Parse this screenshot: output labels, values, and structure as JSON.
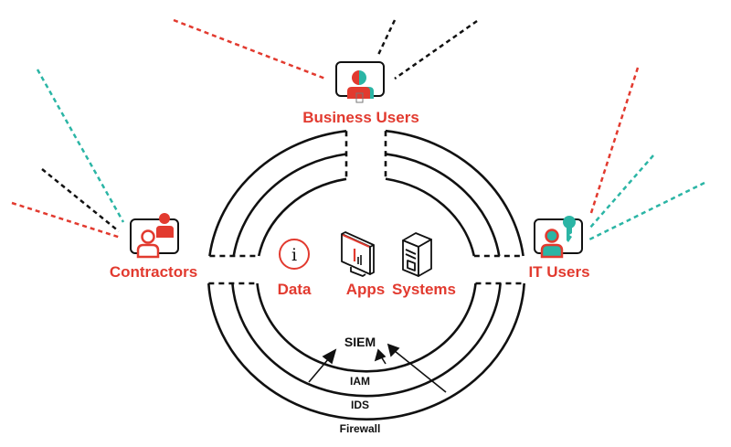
{
  "colors": {
    "red": "#e23a2f",
    "teal": "#2bb5a5",
    "black": "#111111"
  },
  "user_groups": {
    "business": {
      "label": "Business Users",
      "icon": "business-user-icon"
    },
    "contractors": {
      "label": "Contractors",
      "icon": "contractor-icon"
    },
    "it": {
      "label": "IT Users",
      "icon": "it-user-key-icon"
    }
  },
  "core_assets": [
    {
      "label": "Data",
      "icon": "info-circle-icon"
    },
    {
      "label": "Apps",
      "icon": "monitor-chart-icon"
    },
    {
      "label": "Systems",
      "icon": "server-tower-icon"
    }
  ],
  "security_layers": [
    {
      "label": "SIEM"
    },
    {
      "label": "IAM"
    },
    {
      "label": "IDS"
    },
    {
      "label": "Firewall"
    }
  ]
}
